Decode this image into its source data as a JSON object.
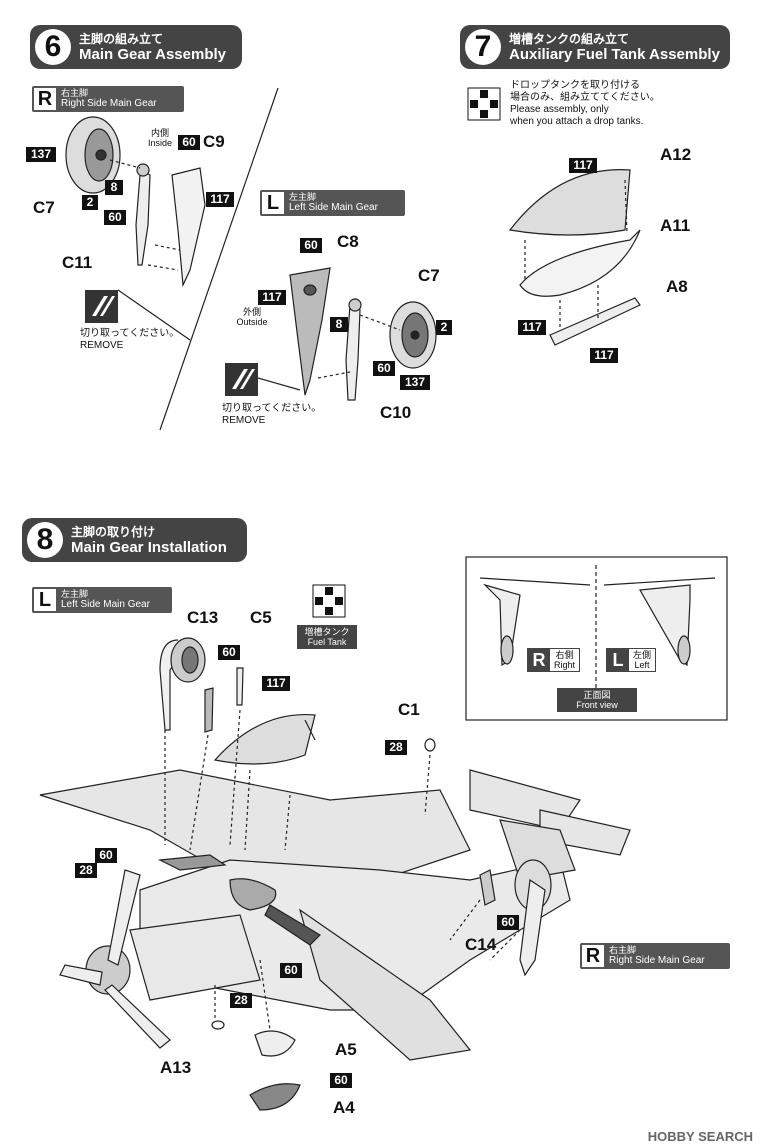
{
  "step6": {
    "num": "6",
    "ja": "主脚の組み立て",
    "en": "Main Gear Assembly"
  },
  "step7": {
    "num": "7",
    "ja": "増槽タンクの組み立て",
    "en": "Auxiliary Fuel Tank Assembly"
  },
  "step8": {
    "num": "8",
    "ja": "主脚の取り付け",
    "en": "Main Gear Installation"
  },
  "right_gear": {
    "letter": "R",
    "ja": "右主脚",
    "en": "Right Side Main Gear"
  },
  "left_gear": {
    "letter": "L",
    "ja": "左主脚",
    "en": "Left Side Main Gear"
  },
  "inside": {
    "ja": "内側",
    "en": "Inside"
  },
  "outside": {
    "ja": "外側",
    "en": "Outside"
  },
  "remove": {
    "ja": "切り取ってください。",
    "en": "REMOVE"
  },
  "drop_note": {
    "ja1": "ドロップタンクを取り付ける",
    "ja2": "場合のみ、組み立ててください。",
    "en1": "Please assembly, only",
    "en2": "when you attach a drop tanks."
  },
  "fuel_tank": {
    "ja": "増槽タンク",
    "en": "Fuel Tank"
  },
  "front_view": {
    "ja": "正面図",
    "en": "Front view",
    "r_letter": "R",
    "r_ja": "右側",
    "r_en": "Right",
    "l_letter": "L",
    "l_ja": "左側",
    "l_en": "Left"
  },
  "parts": {
    "c7": "C7",
    "c9": "C9",
    "c11": "C11",
    "c8": "C8",
    "c10": "C10",
    "a12": "A12",
    "a11": "A11",
    "a8": "A8",
    "c13": "C13",
    "c5": "C5",
    "c1": "C1",
    "c14": "C14",
    "a13": "A13",
    "a5": "A5",
    "a4": "A4",
    "n137": "137",
    "n2": "2",
    "n8": "8",
    "n60": "60",
    "n117": "117",
    "n28": "28"
  },
  "watermark": "HOBBY SEARCH"
}
